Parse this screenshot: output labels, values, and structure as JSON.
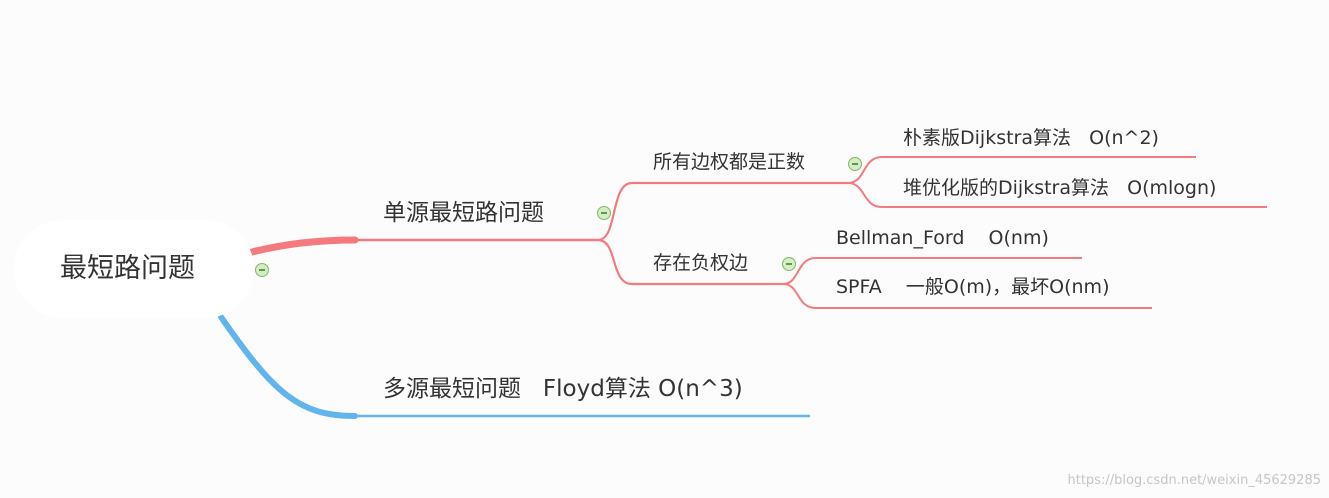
{
  "root": {
    "label": "最短路问题"
  },
  "branches": {
    "single_source": {
      "label": "单源最短路问题"
    },
    "all_positive": {
      "label": "所有边权都是正数"
    },
    "naive_dijkstra": {
      "label": "朴素版Dijkstra算法   O(n^2)"
    },
    "heap_dijkstra": {
      "label": "堆优化版的Dijkstra算法   O(mlogn)"
    },
    "negative_edge": {
      "label": "存在负权边"
    },
    "bellman_ford": {
      "label": "Bellman_Ford    O(nm)"
    },
    "spfa": {
      "label": "SPFA    一般O(m)，最坏O(nm)"
    },
    "multi_source": {
      "label": "多源最短问题   Floyd算法 O(n^3)"
    }
  },
  "colors": {
    "red_branch": "#f47a7f",
    "blue_branch": "#62b4ec",
    "collapse_icon": "#7fb86a"
  },
  "icons": {
    "collapse": "collapse-minus-icon"
  },
  "watermark": "https://blog.csdn.net/weixin_45629285"
}
